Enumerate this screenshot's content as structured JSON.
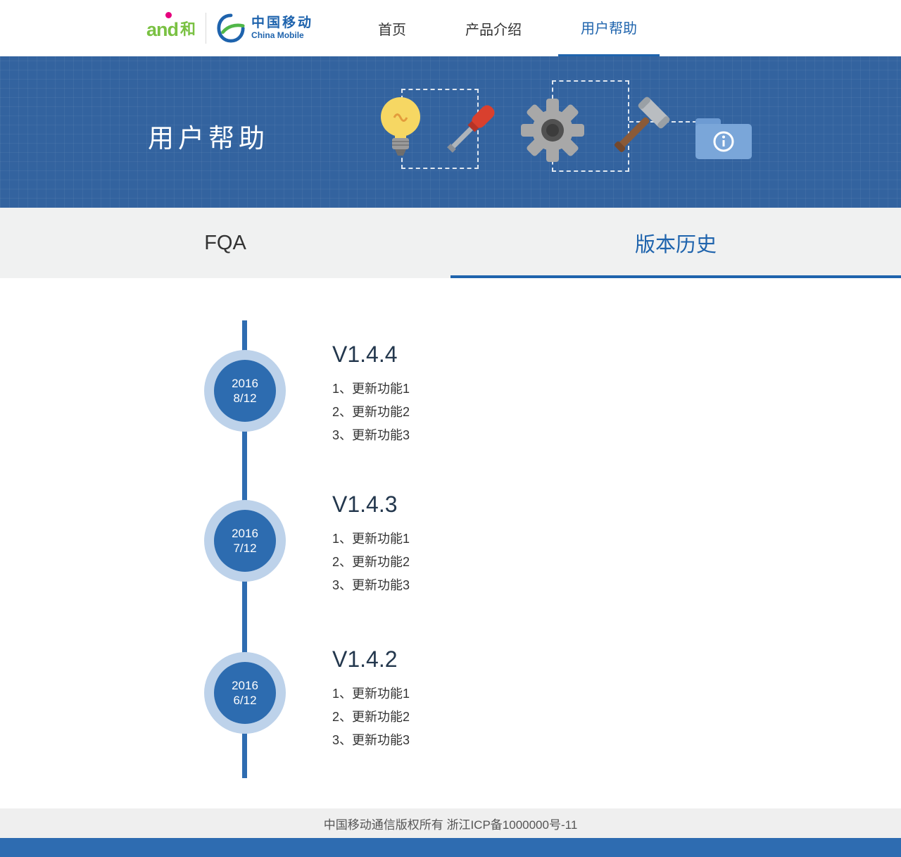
{
  "colors": {
    "hero_blue": "#33639f",
    "accent_blue": "#1f64ad",
    "timeline_blue": "#2e6cb1",
    "node_ring_blue": "#bdd2ea",
    "brand_green": "#7ac143",
    "brand_pink": "#e6007e",
    "tab_bg_gray": "#f0f1f1"
  },
  "header": {
    "logo_and_text": "and",
    "logo_and_he": "和",
    "logo_cm_cn": "中国移动",
    "logo_cm_en": "China Mobile",
    "nav": [
      {
        "label": "首页"
      },
      {
        "label": "产品介绍"
      },
      {
        "label": "用户帮助"
      }
    ]
  },
  "hero": {
    "title": "用户帮助",
    "icons": [
      "lightbulb-icon",
      "screwdriver-icon",
      "gear-icon",
      "gavel-icon",
      "info-folder-icon"
    ]
  },
  "tabs": [
    {
      "label": "FQA"
    },
    {
      "label": "版本历史"
    }
  ],
  "timeline": [
    {
      "date_year": "2016",
      "date_md": "8/12",
      "version": "V1.4.4",
      "items": [
        "1、更新功能1",
        "2、更新功能2",
        "3、更新功能3"
      ]
    },
    {
      "date_year": "2016",
      "date_md": "7/12",
      "version": "V1.4.3",
      "items": [
        "1、更新功能1",
        "2、更新功能2",
        "3、更新功能3"
      ]
    },
    {
      "date_year": "2016",
      "date_md": "6/12",
      "version": "V1.4.2",
      "items": [
        "1、更新功能1",
        "2、更新功能2",
        "3、更新功能3"
      ]
    }
  ],
  "footer": {
    "copyright": "中国移动通信版权所有  浙江ICP备1000000号-11"
  }
}
